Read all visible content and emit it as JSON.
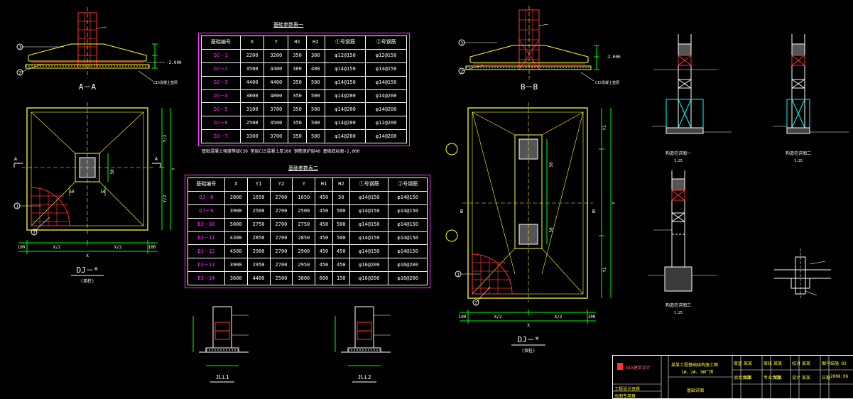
{
  "views": {
    "section_aa": "A－A",
    "section_bb": "B－B",
    "plan1_title": "DJ－*",
    "plan1_sub": "(单柱)",
    "plan2_title": "DJ－*",
    "plan2_sub": "(双柱)",
    "jll1": "JLL1",
    "jll2": "JLL2",
    "col1_title": "构造柱详图一",
    "col2_title": "构造柱详图二",
    "col3_title": "构造柱详图三",
    "scale": "1:25"
  },
  "dims": {
    "d100": "100",
    "d50": "50",
    "x": "X",
    "y": "Y",
    "x2": "X/2",
    "y2": "Y/2",
    "y1": "Y1",
    "elev": "-2.000",
    "cushion": "C15混凝土垫层",
    "a": "A",
    "b": "B",
    "mark1": "1",
    "mark2": "2"
  },
  "table1": {
    "title": "基础参数表一",
    "headers": [
      "基础编号",
      "X",
      "Y",
      "H1",
      "H2",
      "①号钢筋",
      "②号钢筋"
    ],
    "rows": [
      [
        "DJ－1",
        "2200",
        "3200",
        "350",
        "300",
        "φ12@150",
        "φ12@150"
      ],
      [
        "DJ－2",
        "3500",
        "4400",
        "300",
        "400",
        "φ14@150",
        "φ14@150"
      ],
      [
        "DJ－3",
        "4400",
        "4400",
        "350",
        "500",
        "φ14@150",
        "φ14@150"
      ],
      [
        "DJ－4",
        "3800",
        "4800",
        "350",
        "500",
        "φ14@200",
        "φ14@200"
      ],
      [
        "DJ－5",
        "3100",
        "3700",
        "350",
        "500",
        "φ14@200",
        "φ14@200"
      ],
      [
        "DJ－6",
        "2500",
        "4500",
        "350",
        "500",
        "φ14@200",
        "φ12@200"
      ],
      [
        "DJ－7",
        "3300",
        "3700",
        "350",
        "500",
        "φ14@200",
        "φ14@200"
      ]
    ],
    "note": "基础混凝土强度等级C30  垫层C15混凝土厚100  钢筋保护层40  基础底标高-2.000"
  },
  "table2": {
    "title": "基础参数表二",
    "headers": [
      "基础编号",
      "X",
      "Y1",
      "Y2",
      "Y",
      "H1",
      "H2",
      "①号钢筋",
      "②号钢筋"
    ],
    "rows": [
      [
        "DJ－8",
        "2800",
        "1650",
        "2700",
        "1650",
        "450",
        "50",
        "φ14@150",
        "φ14@150"
      ],
      [
        "DJ－9",
        "3900",
        "2500",
        "2700",
        "2500",
        "450",
        "500",
        "φ14@150",
        "φ14@150"
      ],
      [
        "DJ－10",
        "5000",
        "2750",
        "2700",
        "2750",
        "450",
        "500",
        "φ14@150",
        "φ14@150"
      ],
      [
        "DJ－11",
        "4300",
        "2850",
        "2700",
        "2850",
        "450",
        "500",
        "φ14@150",
        "φ14@150"
      ],
      [
        "DJ－12",
        "4500",
        "2900",
        "2700",
        "2900",
        "450",
        "450",
        "φ14@150",
        "φ14@150"
      ],
      [
        "DJ－13",
        "3900",
        "2950",
        "2700",
        "2950",
        "450",
        "450",
        "φ16@200",
        "φ16@200"
      ],
      [
        "DJ－14",
        "3600",
        "4400",
        "2500",
        "3800",
        "600",
        "150",
        "φ16@200",
        "φ16@200"
      ]
    ]
  },
  "title_block": {
    "company": "XXX建筑设计",
    "project": "某某工程基础结构施工图",
    "sub": "1#、2#、3#厂房",
    "drawing": "基础详图",
    "r1c1": "审定",
    "r1c2": "审核",
    "r1c3": "校对",
    "r1c4": "图号",
    "r2c1": "项目负责",
    "r2c2": "专业负责",
    "r2c3": "设计",
    "r2c4": "日期",
    "sig": "某某",
    "num": "结施-02",
    "date": "2008.06",
    "cert1": "工程设计资质",
    "cert2": "出图专用章"
  }
}
